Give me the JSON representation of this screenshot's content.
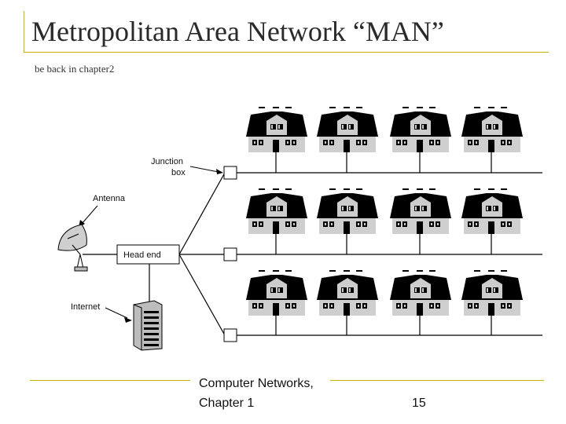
{
  "slide": {
    "title": "Metropolitan Area Network “MAN”",
    "subtitle": "be back in chapter2",
    "accent_color": "#c8b400"
  },
  "diagram": {
    "labels": {
      "junction_line1": "Junction",
      "junction_line2": "box",
      "antenna": "Antenna",
      "head_end": "Head end",
      "internet": "Internet"
    },
    "icons": [
      "antenna-dish-icon",
      "server-rack-icon",
      "house-icon",
      "junction-box-icon"
    ]
  },
  "footer": {
    "course_line1": "Computer Networks,",
    "course_line2": "Chapter 1",
    "page_number": "15"
  }
}
